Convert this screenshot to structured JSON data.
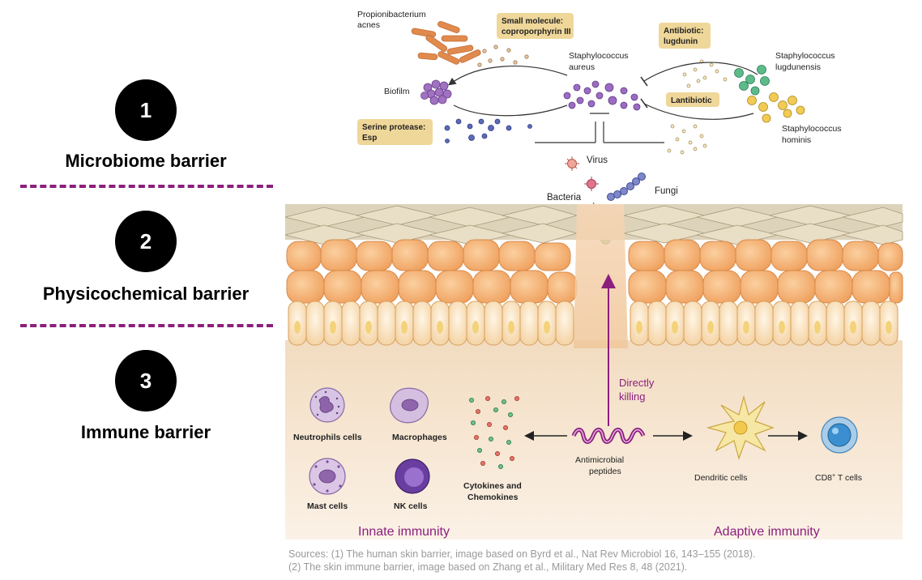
{
  "barriers": [
    {
      "number": "1",
      "label": "Microbiome barrier"
    },
    {
      "number": "2",
      "label": "Physicochemical barrier"
    },
    {
      "number": "3",
      "label": "Immune barrier"
    }
  ],
  "microbiome": {
    "propionibacterium": [
      "Propionibacterium",
      "acnes"
    ],
    "small_molecule": [
      "Small molecule:",
      "coproporphyrin III"
    ],
    "staph_aureus": [
      "Staphylococcus",
      "aureus"
    ],
    "antibiotic": [
      "Antibiotic:",
      "lugdunin"
    ],
    "staph_lugdunensis": [
      "Staphylococcus",
      "lugdunensis"
    ],
    "biofilm": "Biofilm",
    "lantibiotic": "Lantibiotic",
    "serine_protease": [
      "Serine protease:",
      "Esp"
    ],
    "staph_hominis": [
      "Staphylococcus",
      "hominis"
    ]
  },
  "pathogens": {
    "virus": "Virus",
    "bacteria": "Bacteria",
    "fungi": "Fungi"
  },
  "immune": {
    "neutrophils": "Neutrophils cells",
    "macrophages": "Macrophages",
    "mast": "Mast cells",
    "nk": "NK cells",
    "cytokines": [
      "Cytokines and",
      "Chemokines"
    ],
    "directly_killing": [
      "Directly",
      "killing"
    ],
    "amp": [
      "Antimicrobial",
      "peptides"
    ],
    "dendritic": "Dendritic cells",
    "cd8": "CD8",
    "cd8_sup": "+",
    "cd8_suffix": " T cells",
    "innate": "Innate immunity",
    "adaptive": "Adaptive immunity"
  },
  "sources": [
    "Sources: (1) The human skin barrier, image based on Byrd et al., Nat Rev Microbiol 16, 143–155 (2018).",
    "(2) The skin immune barrier, image based on Zhang et al., Military Med Res 8, 48 (2021)."
  ],
  "colors": {
    "accent_purple": "#8b1f7e",
    "label_box": "#efd79a",
    "epidermis_orange": "#f4b27a",
    "dermis": "#efdcc2"
  }
}
